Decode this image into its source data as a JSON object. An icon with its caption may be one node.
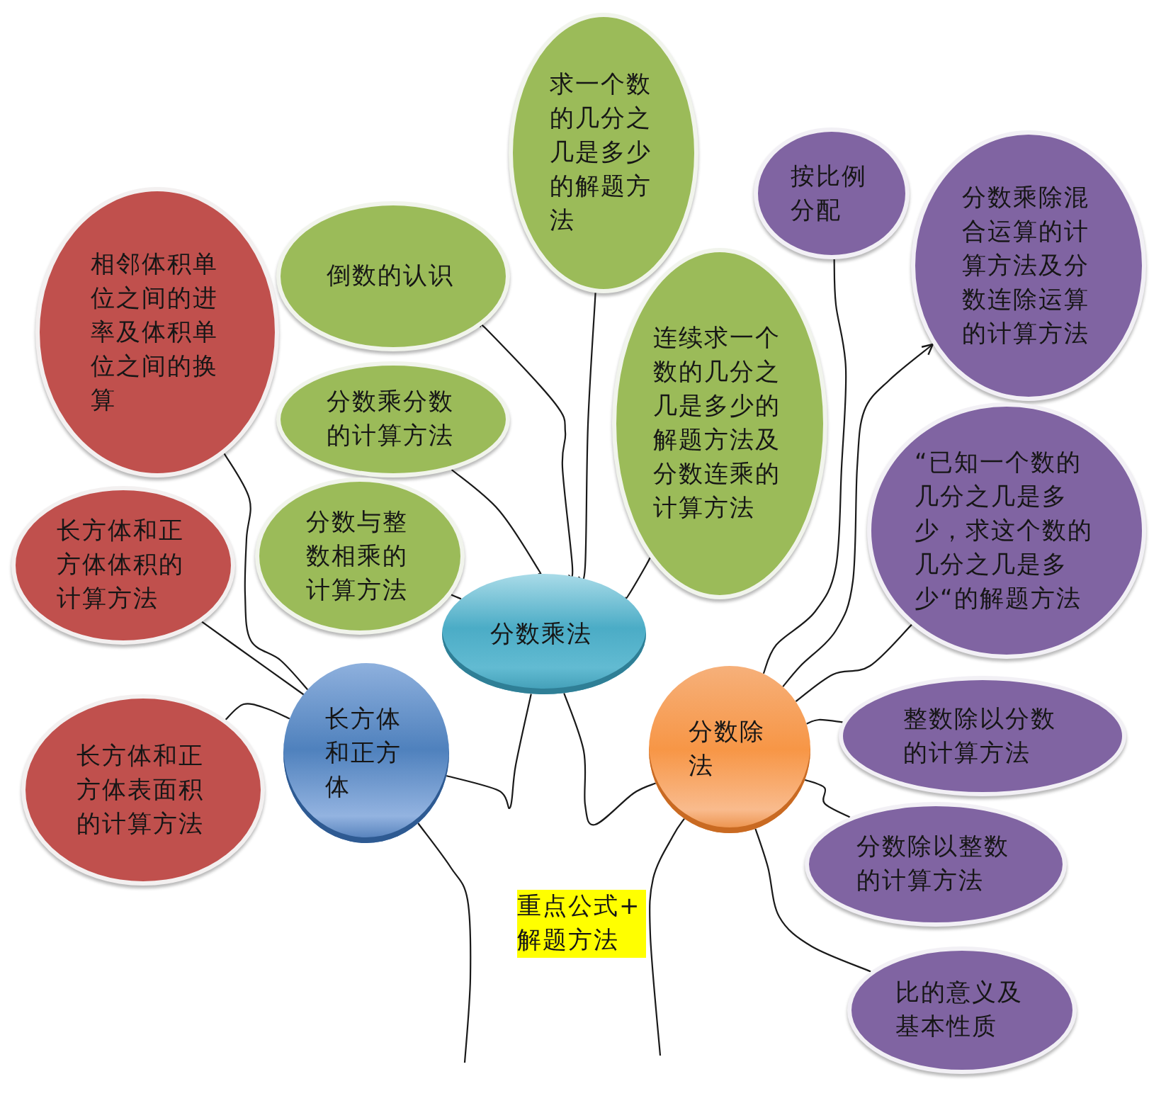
{
  "diagram": {
    "nodes": [
      {
        "text": [
          "求一个数的几分之几是多少的解题方法"
        ]
      },
      {
        "text": [
          "按比例分配"
        ]
      },
      {
        "text": [
          "分数乘除混合运算的计算方法及分数连除运算的计算方法"
        ]
      },
      {
        "text": [
          "相邻体积单位之间的进率及体积单位之间的换算"
        ]
      },
      {
        "text": [
          "倒数的认识"
        ]
      },
      {
        "text": [
          "连续求一个数的几分之几是多少的解题方法及分数连乘的计算方法"
        ]
      },
      {
        "text": [
          "分数乘分数的计算方法"
        ]
      },
      {
        "text": [
          "“已知一个数的几分之几是多少，求这个数的几分之几是多少“的解题方法"
        ]
      },
      {
        "text": [
          "长方体和正方体体积的计算方法"
        ]
      },
      {
        "text": [
          "分数与整数相乘的计算方法"
        ]
      },
      {
        "text": [
          "分数乘法"
        ]
      },
      {
        "text": [
          "长方体和正方体"
        ]
      },
      {
        "text": [
          "分数除法"
        ]
      },
      {
        "text": [
          "整数除以分数的计算方法"
        ]
      },
      {
        "text": [
          "长方体和正方体表面积的计算方法"
        ]
      },
      {
        "text": [
          "分数除以整数的计算方法"
        ]
      },
      {
        "text": [
          "比的意义及基本性质"
        ]
      }
    ],
    "edges": [
      {
        "from": 10,
        "to": 4,
        "arrow": "none"
      },
      {
        "from": 10,
        "to": 0,
        "arrow": "none"
      },
      {
        "from": 10,
        "to": 6,
        "arrow": "none"
      },
      {
        "from": 10,
        "to": 9,
        "arrow": "none"
      },
      {
        "from": 10,
        "to": 5,
        "arrow": "none"
      },
      {
        "from": 11,
        "to": 10,
        "arrow": "none"
      },
      {
        "from": 10,
        "to": 12,
        "arrow": "none"
      },
      {
        "from": 11,
        "to": 3,
        "arrow": "none"
      },
      {
        "from": 11,
        "to": 8,
        "arrow": "none"
      },
      {
        "from": 11,
        "to": 14,
        "arrow": "none"
      },
      {
        "from": 12,
        "to": 1,
        "arrow": "none"
      },
      {
        "from": 12,
        "to": 2,
        "arrow": "to"
      },
      {
        "from": 12,
        "to": 7,
        "arrow": "none"
      },
      {
        "from": 12,
        "to": 13,
        "arrow": "none"
      },
      {
        "from": 12,
        "to": 15,
        "arrow": "none"
      },
      {
        "from": 12,
        "to": 16,
        "arrow": "none"
      },
      {
        "from": null,
        "to": 11,
        "arrow": "none"
      },
      {
        "from": null,
        "to": 12,
        "arrow": "none"
      }
    ],
    "labels": [
      "重点公式+解题方法"
    ]
  }
}
